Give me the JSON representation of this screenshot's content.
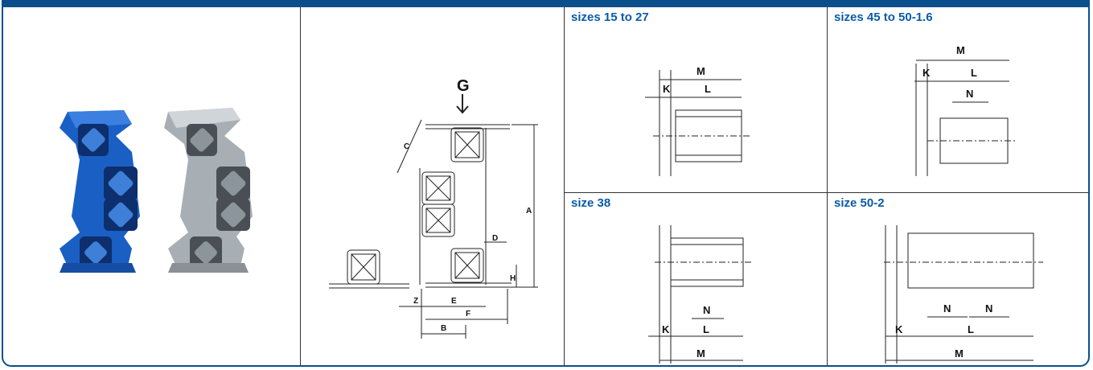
{
  "panels": {
    "sizes_15_27": "sizes 15 to 27",
    "sizes_45_50": "sizes 45 to 50-1.6",
    "size_38": "size 38",
    "size_50_2": "size 50-2"
  },
  "main_drawing_labels": {
    "g": "G",
    "a": "A",
    "b": "B",
    "c": "C",
    "d": "D",
    "e": "E",
    "f": "F",
    "h": "H",
    "z": "Z"
  },
  "dim_labels": {
    "m": "M",
    "k": "K",
    "l": "L",
    "n": "N"
  },
  "colors": {
    "border": "#0a4f8c",
    "title": "#0a5ba8",
    "blue_part": "#1a5fc4",
    "grey_part": "#a7aeb4"
  }
}
